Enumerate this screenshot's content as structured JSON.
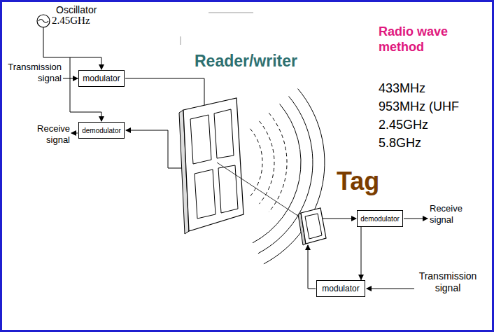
{
  "diagram": {
    "nodes": [
      {
        "text": [
          "modulator"
        ]
      },
      {
        "text": [
          "demodulator"
        ]
      },
      {
        "text": [
          "demodulator"
        ]
      },
      {
        "text": [
          "modulator"
        ]
      }
    ],
    "edges": [
      {
        "from": 2,
        "to": 3,
        "arrow": "to"
      }
    ],
    "labels": [
      "Oscillator",
      "2.45GHz",
      "Reader/writer",
      "Radio wave method",
      "433MHz",
      "953MHz (UHF",
      "2.45GHz",
      "5.8GHz",
      "Transmission signal",
      "Receive signal",
      "Tag",
      "Receive signal",
      "Transmission signal"
    ]
  }
}
